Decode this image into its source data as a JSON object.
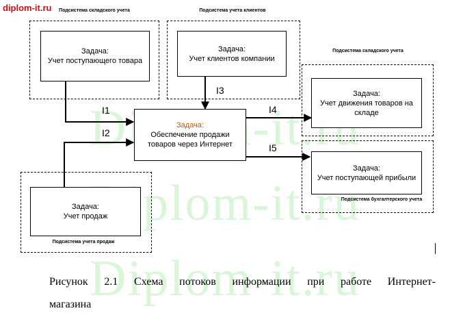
{
  "site_tag": "diplom-it.ru",
  "watermark": [
    "Diplom-it.ru",
    "Diplom-it.ru",
    "Diplom-it.ru"
  ],
  "subsystems": {
    "warehouse_top": "Подсистема складского учета",
    "clients": "Подсистема учета клиентов",
    "warehouse_right": "Подсистема складского учета",
    "accounting": "Подсистема бухгалтерского учета",
    "sales": "Подсистема учета продаж"
  },
  "tasks": {
    "incoming_goods": {
      "title": "Задача:",
      "text": "Учет поступающего товара"
    },
    "clients": {
      "title": "Задача:",
      "text": "Учет клиентов компании"
    },
    "central": {
      "title": "Задача:",
      "text": "Обеспечение продажи товаров через Интернет"
    },
    "movement": {
      "title": "Задача:",
      "text": "Учет движения товаров на складе"
    },
    "profit": {
      "title": "Задача:",
      "text": "Учет поступающей прибыли"
    },
    "sales": {
      "title": "Задача:",
      "text": "Учет продаж"
    }
  },
  "flows": {
    "i1": "I1",
    "i2": "I2",
    "i3": "I3",
    "i4": "I4",
    "i5": "I5"
  },
  "caption": {
    "line1": "Рисунок 2.1 Схема потоков информации при работе Интернет-",
    "line2": "магазина"
  }
}
